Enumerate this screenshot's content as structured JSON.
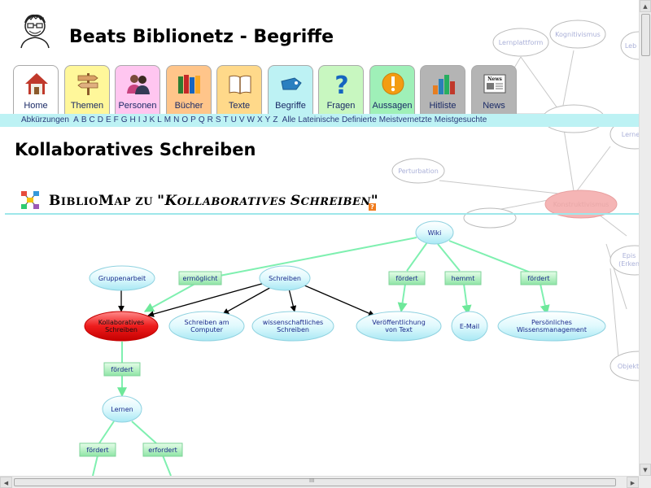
{
  "site": {
    "title": "Beats Biblionetz - Begriffe"
  },
  "tabs": [
    {
      "label": "Home",
      "color": "#ffffff",
      "icon": "house-icon"
    },
    {
      "label": "Themen",
      "color": "#fff79a",
      "icon": "signpost-icon"
    },
    {
      "label": "Personen",
      "color": "#ffc6f0",
      "icon": "people-icon"
    },
    {
      "label": "Bücher",
      "color": "#ffc58a",
      "icon": "books-icon"
    },
    {
      "label": "Texte",
      "color": "#ffd98a",
      "icon": "open-book-icon"
    },
    {
      "label": "Begriffe",
      "color": "#bdf2f4",
      "icon": "tag-icon"
    },
    {
      "label": "Fragen",
      "color": "#c8f7c0",
      "icon": "question-icon"
    },
    {
      "label": "Aussagen",
      "color": "#9ff0b8",
      "icon": "exclamation-icon"
    },
    {
      "label": "Hitliste",
      "color": "#b4b4b4",
      "icon": "bar-chart-icon"
    },
    {
      "label": "News",
      "color": "#b4b4b4",
      "icon": "newspaper-icon"
    }
  ],
  "alpha_bar": {
    "abbr": "Abkürzungen",
    "letters": [
      "A",
      "B",
      "C",
      "D",
      "E",
      "F",
      "G",
      "H",
      "I",
      "J",
      "K",
      "L",
      "M",
      "N",
      "O",
      "P",
      "Q",
      "R",
      "S",
      "T",
      "U",
      "V",
      "W",
      "X",
      "Y",
      "Z"
    ],
    "extras": [
      "Alle",
      "Lateinische",
      "Definierte",
      "Meistvernetzte",
      "Meistgesuchte"
    ]
  },
  "page": {
    "heading": "Kollaboratives Schreiben"
  },
  "bibliomap": {
    "prefix_big": "B",
    "prefix_small": "IBLIO",
    "map_big": "M",
    "map_small": "AP ZU ",
    "quote_open": "\"",
    "topic_k": "K",
    "topic_k_small": "OLLABORATIVES ",
    "topic_s": "S",
    "topic_s_small": "CHREIBEN",
    "quote_close": "\"",
    "help_label": "?"
  },
  "map": {
    "nodes": {
      "wiki": "Wiki",
      "gruppenarbeit": "Gruppenarbeit",
      "schreiben": "Schreiben",
      "kollab_1": "Kollaboratives",
      "kollab_2": "Schreiben",
      "computer_1": "Schreiben am",
      "computer_2": "Computer",
      "wiss_1": "wissenschaftliches",
      "wiss_2": "Schreiben",
      "veroeff_1": "Veröffentlichung",
      "veroeff_2": "von Text",
      "email": "E-Mail",
      "pwm_1": "Persönliches",
      "pwm_2": "Wissensmanagement",
      "lernen": "Lernen"
    },
    "relations": {
      "ermoeglicht": "ermöglicht",
      "foerdert_1": "fördert",
      "hemmt": "hemmt",
      "foerdert_2": "fördert",
      "foerdert_3": "fördert",
      "foerdert_4": "fördert",
      "erfordert": "erfordert"
    },
    "background_nodes": {
      "lernplattform": "Lernplattform",
      "kognitivismus": "Kognitivismus",
      "leb": "Leb",
      "lerne": "Lerne",
      "perturbation": "Perturbation",
      "konstruktivismus": "Konstruktivismus",
      "epis": "Epis",
      "erken": "(Erken",
      "objekt": "Objekt"
    }
  },
  "scrollbars": {
    "up": "▲",
    "down": "▼",
    "left": "◀",
    "right": "▶",
    "grip": "III"
  }
}
